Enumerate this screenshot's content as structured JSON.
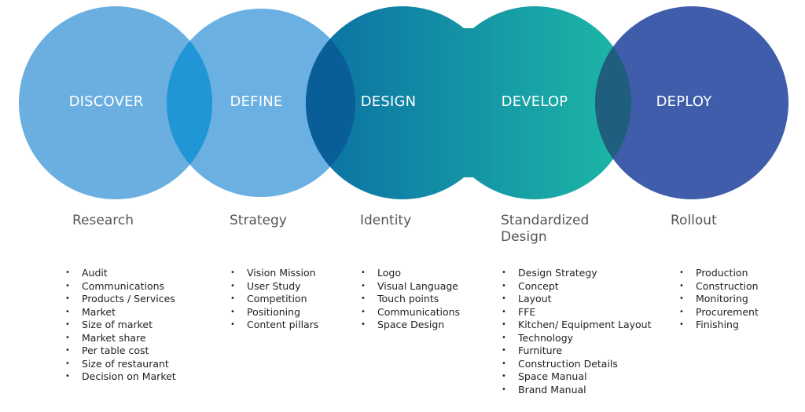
{
  "phases": [
    {
      "title": "DISCOVER",
      "subtitle": "Research",
      "items": [
        "Audit",
        "Communications",
        "Products / Services",
        "Market",
        "Size of market",
        "Market share",
        "Per table cost",
        "Size of restaurant",
        "Decision on Market"
      ]
    },
    {
      "title": "DEFINE",
      "subtitle": "Strategy",
      "items": [
        "Vision Mission",
        "User Study",
        "Competition",
        "Positioning",
        "Content pillars"
      ]
    },
    {
      "title": "DESIGN",
      "subtitle": "Identity",
      "items": [
        "Logo",
        "Visual Language",
        "Touch points",
        "Communications",
        "Space Design"
      ]
    },
    {
      "title": "DEVELOP",
      "subtitle": "Standardized Design",
      "items": [
        "Design Strategy",
        "Concept",
        "Layout",
        "FFE",
        "Kitchen/ Equipment Layout",
        "Technology",
        "Furniture",
        "Construction Details",
        "Space Manual",
        "Brand Manual"
      ]
    },
    {
      "title": "DEPLOY",
      "subtitle": "Rollout",
      "items": [
        "Production",
        "Construction",
        "Monitoring",
        "Procurement",
        "Finishing"
      ]
    }
  ],
  "colors": {
    "discover": "#6aafe0",
    "define": "#6ab0e2",
    "overlap1": "#2196d6",
    "design": "#0b6fa4",
    "develop": "#1db8a6",
    "overlap2": "#0a5e98",
    "deploy": "#3f5daa",
    "overlap3": "#1f5e7c"
  }
}
